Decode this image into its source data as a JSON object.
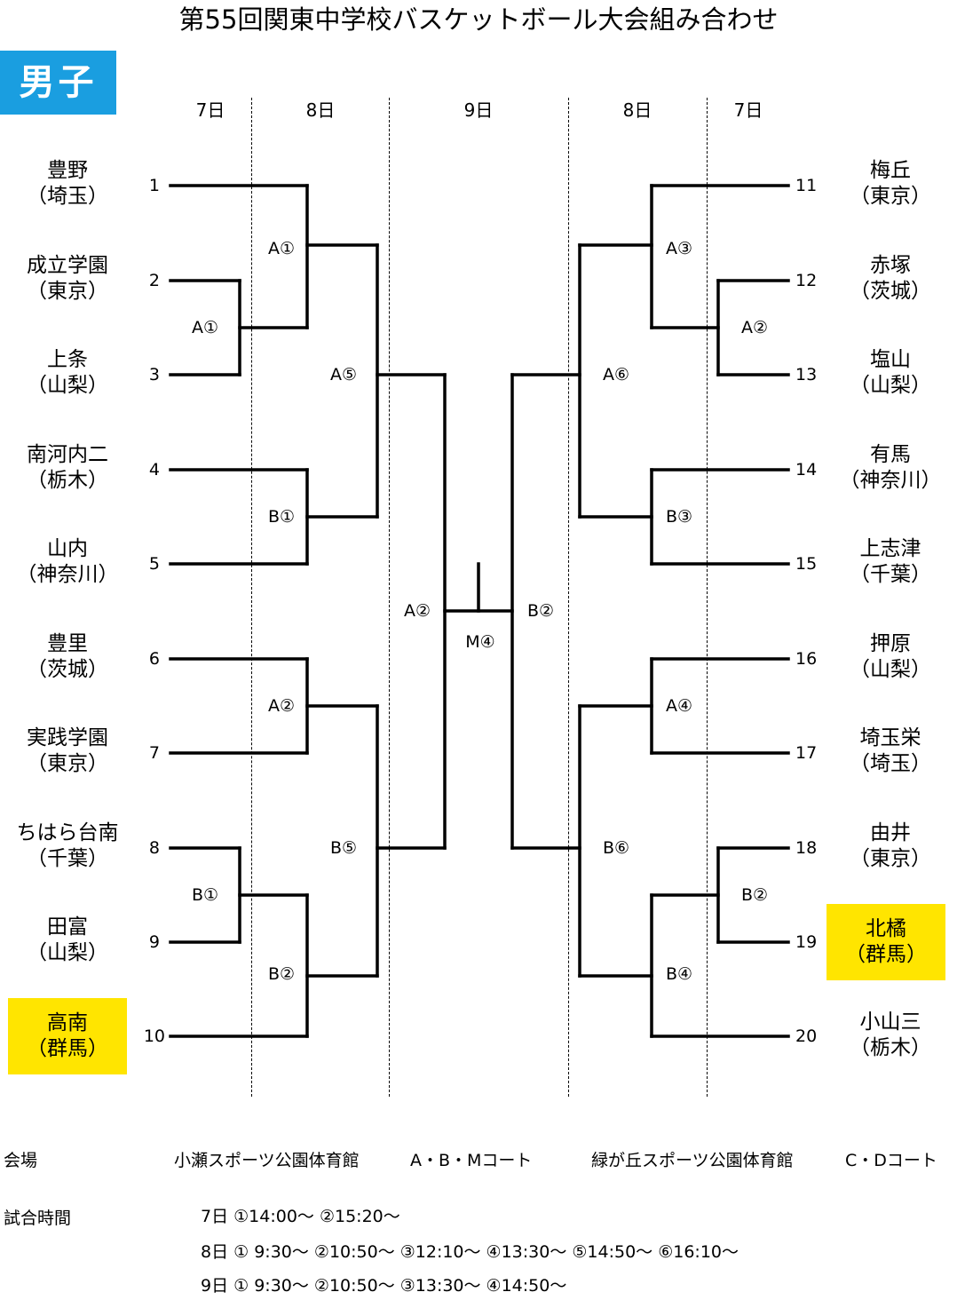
{
  "title": "第55回関東中学校バスケットボール大会組み合わせ",
  "gender": "男子",
  "days": [
    "7日",
    "8日",
    "9日",
    "8日",
    "7日"
  ],
  "left_teams": [
    {
      "seed": "1",
      "name": "豊野",
      "pref": "（埼玉）"
    },
    {
      "seed": "2",
      "name": "成立学園",
      "pref": "（東京）"
    },
    {
      "seed": "3",
      "name": "上条",
      "pref": "（山梨）"
    },
    {
      "seed": "4",
      "name": "南河内二",
      "pref": "（栃木）"
    },
    {
      "seed": "5",
      "name": "山内",
      "pref": "（神奈川）"
    },
    {
      "seed": "6",
      "name": "豊里",
      "pref": "（茨城）"
    },
    {
      "seed": "7",
      "name": "実践学園",
      "pref": "（東京）"
    },
    {
      "seed": "8",
      "name": "ちはら台南",
      "pref": "（千葉）"
    },
    {
      "seed": "9",
      "name": "田富",
      "pref": "（山梨）"
    },
    {
      "seed": "10",
      "name": "高南",
      "pref": "（群馬）"
    }
  ],
  "right_teams": [
    {
      "seed": "11",
      "name": "梅丘",
      "pref": "（東京）"
    },
    {
      "seed": "12",
      "name": "赤塚",
      "pref": "（茨城）"
    },
    {
      "seed": "13",
      "name": "塩山",
      "pref": "（山梨）"
    },
    {
      "seed": "14",
      "name": "有馬",
      "pref": "（神奈川）"
    },
    {
      "seed": "15",
      "name": "上志津",
      "pref": "（千葉）"
    },
    {
      "seed": "16",
      "name": "押原",
      "pref": "（山梨）"
    },
    {
      "seed": "17",
      "name": "埼玉栄",
      "pref": "（埼玉）"
    },
    {
      "seed": "18",
      "name": "由井",
      "pref": "（東京）"
    },
    {
      "seed": "19",
      "name": "北橘",
      "pref": "（群馬）"
    },
    {
      "seed": "20",
      "name": "小山三",
      "pref": "（栃木）"
    }
  ],
  "match_labels": {
    "l_r1_top": "A①",
    "l_r1_bottom": "B①",
    "l_r2_1": "A①",
    "l_r2_2": "B①",
    "l_r2_3": "A②",
    "l_r2_4": "B②",
    "l_r3_top": "A⑤",
    "l_r3_bottom": "B⑤",
    "l_semi": "A②",
    "final": "M④",
    "r_semi": "B②",
    "r_r3_top": "A⑥",
    "r_r3_bottom": "B⑥",
    "r_r2_1": "A③",
    "r_r2_2": "B③",
    "r_r2_3": "A④",
    "r_r2_4": "B④",
    "r_r1_top": "A②",
    "r_r1_bottom": "B②"
  },
  "highlight_color": "#ffe500",
  "badge_color": "#1a9ee0",
  "footer": {
    "venue_label": "会場",
    "venue1_name": "小瀬スポーツ公園体育館",
    "venue1_courts": "A・B・Mコート",
    "venue2_name": "緑が丘スポーツ公園体育館",
    "venue2_courts": "C・Dコート",
    "time_label": "試合時間",
    "schedule": [
      "7日 ①14:00～ ②15:20～",
      "8日 ① 9:30～ ②10:50～ ③12:10～ ④13:30～ ⑤14:50～ ⑥16:10～",
      "9日 ① 9:30～ ②10:50～ ③13:30～ ④14:50～"
    ]
  }
}
